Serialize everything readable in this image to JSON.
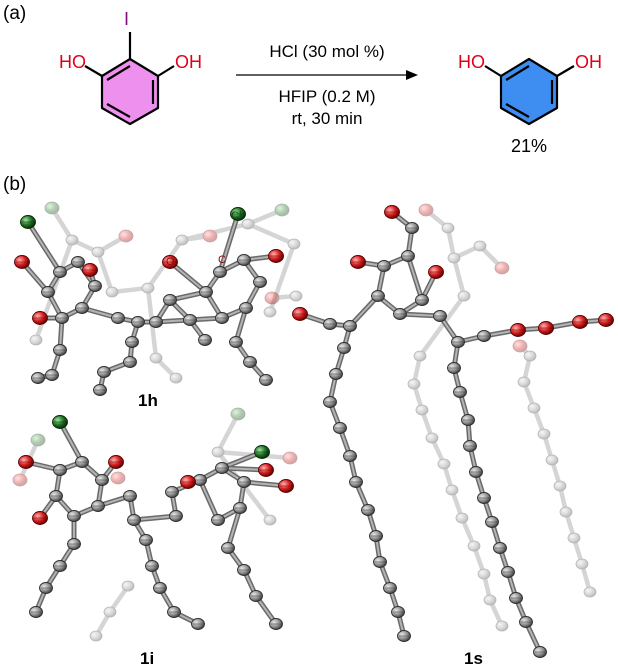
{
  "panel_a": {
    "label": "(a)",
    "reactant": {
      "iodine": "I",
      "oh_left": "HO",
      "oh_right": "OH"
    },
    "conditions": {
      "above": "HCl (30 mol %)",
      "below_1": "HFIP (0.2 M)",
      "below_2": "rt, 30 min"
    },
    "product": {
      "oh_left": "HO",
      "oh_right": "OH",
      "yield": "21%"
    }
  },
  "panel_b": {
    "label": "(b)",
    "compounds": [
      "1h",
      "1i",
      "1s"
    ],
    "atom_labels": {
      "oxygen": "O",
      "carbon": "C",
      "chlorine": "Cl"
    }
  },
  "colors": {
    "reactant_ring": "#ee90ee",
    "product_ring": "#3d8ef0",
    "oxygen_label": "#e0001a",
    "iodine_label": "#7a0d7a",
    "carbon_atom": "#8c8c8c",
    "oxygen_atom": "#d41c1c",
    "chlorine_atom": "#1f6f24"
  }
}
